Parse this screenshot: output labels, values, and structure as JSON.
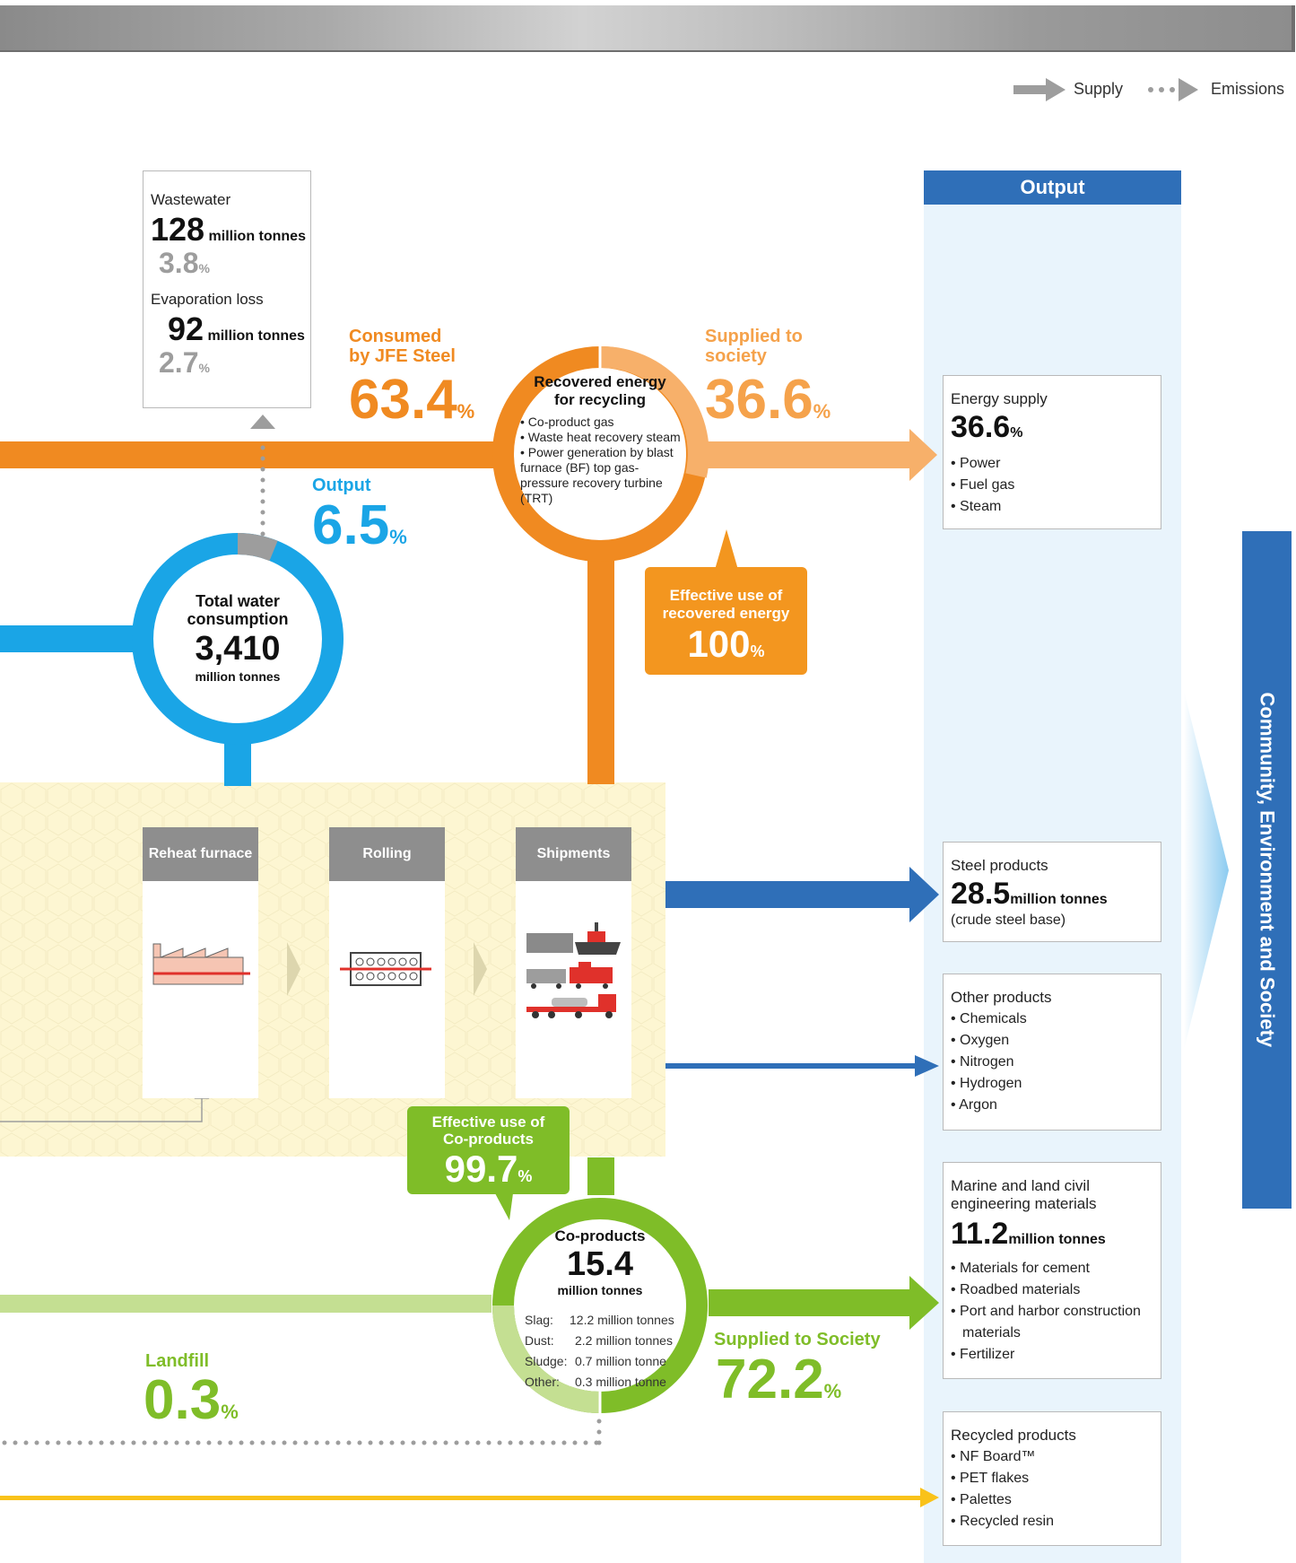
{
  "legend": {
    "supply": "Supply",
    "emissions": "Emissions"
  },
  "water_out": {
    "wastewater_label": "Wastewater",
    "wastewater_value": "128",
    "wastewater_unit": "million tonnes",
    "wastewater_pct": "3.8",
    "evap_label": "Evaporation loss",
    "evap_value": "92",
    "evap_unit": "million tonnes",
    "evap_pct": "2.7",
    "pct_sign": "%"
  },
  "water_ring": {
    "title_line1": "Total water",
    "title_line2": "consumption",
    "value": "3,410",
    "unit": "million tonnes",
    "output_label": "Output",
    "output_pct": "6.5"
  },
  "energy_ring": {
    "consumed_label_line1": "Consumed",
    "consumed_label_line2": "by JFE Steel",
    "consumed_pct": "63.4",
    "supplied_label_line1": "Supplied to",
    "supplied_label_line2": "society",
    "supplied_pct": "36.6",
    "title_line1": "Recovered energy",
    "title_line2": "for recycling",
    "items": [
      "Co-product gas",
      "Waste heat recovery steam",
      "Power generation by blast furnace (BF) top gas-pressure recovery turbine (TRT)"
    ],
    "callout_line1": "Effective use of",
    "callout_line2": "recovered energy",
    "callout_pct": "100"
  },
  "process": {
    "reheat": "Reheat furnace",
    "rolling": "Rolling",
    "shipments": "Shipments"
  },
  "coproducts": {
    "callout_line1": "Effective use of",
    "callout_line2": "Co-products",
    "callout_pct": "99.7",
    "title": "Co-products",
    "value": "15.4",
    "unit": "million tonnes",
    "rows": [
      {
        "name": "Slag:",
        "val": "12.2 million tonnes"
      },
      {
        "name": "Dust:",
        "val": "2.2 million tonnes"
      },
      {
        "name": "Sludge:",
        "val": "0.7 million tonne"
      },
      {
        "name": "Other:",
        "val": "0.3 million tonne"
      }
    ],
    "supplied_label": "Supplied to Society",
    "supplied_pct": "72.2",
    "landfill_label": "Landfill",
    "landfill_pct": "0.3"
  },
  "output": {
    "header": "Output",
    "energy": {
      "title": "Energy supply",
      "pct": "36.6",
      "items": [
        "Power",
        "Fuel gas",
        "Steam"
      ]
    },
    "steel": {
      "title": "Steel products",
      "value": "28.5",
      "unit": "million tonnes",
      "note": "(crude steel base)"
    },
    "other": {
      "title": "Other products",
      "items": [
        "Chemicals",
        "Oxygen",
        "Nitrogen",
        "Hydrogen",
        "Argon"
      ]
    },
    "marine": {
      "title_line1": "Marine and land civil",
      "title_line2": "engineering materials",
      "value": "11.2",
      "unit": "million tonnes",
      "items": [
        "Materials for cement",
        "Roadbed materials",
        "Port and harbor construction",
        "materials",
        "Fertilizer"
      ]
    },
    "recycled": {
      "title": "Recycled products",
      "items": [
        "NF Board™",
        "PET flakes",
        "Palettes",
        "Recycled resin"
      ]
    }
  },
  "side_label": "Community, Environment and Society",
  "colors": {
    "orange": "#f08a21",
    "light_orange": "#f7b06a",
    "blue": "#1aa5e6",
    "dark_blue": "#2f6fb8",
    "green": "#7fbd28",
    "light_green": "#c4df92",
    "yellow": "#f9c21a",
    "gray": "#9d9d9d"
  }
}
